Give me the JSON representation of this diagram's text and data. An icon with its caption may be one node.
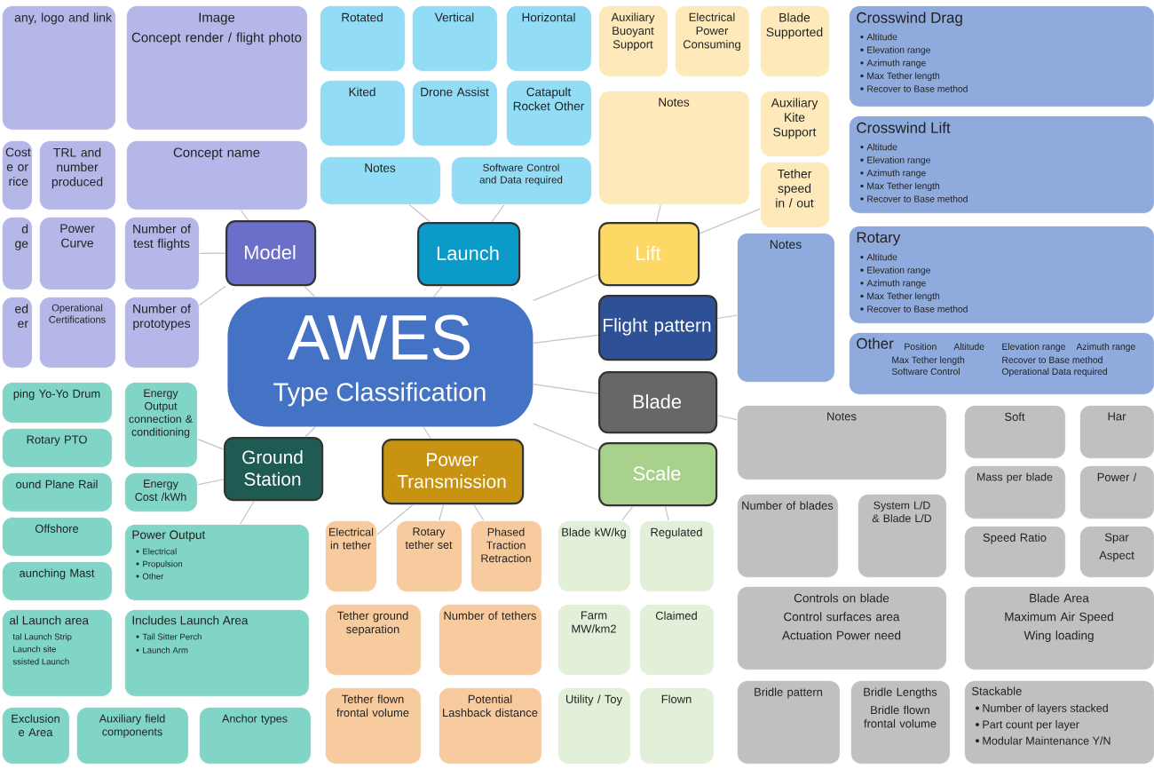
{
  "diagram": {
    "nodes": [
      {
        "text": [
          "AWES",
          "Type Classification"
        ]
      },
      {
        "text": [
          "Model"
        ]
      },
      {
        "text": [
          "Launch"
        ]
      },
      {
        "text": [
          "Lift"
        ]
      },
      {
        "text": [
          "Flight pattern"
        ]
      },
      {
        "text": [
          "Blade"
        ]
      },
      {
        "text": [
          "Scale"
        ]
      },
      {
        "text": [
          "Power Transmission"
        ]
      },
      {
        "text": [
          "Ground Station"
        ]
      },
      {
        "text": [
          "any, logo and link"
        ]
      },
      {
        "text": [
          "Image",
          "Concept render / flight photo"
        ]
      },
      {
        "text": [
          "Cost e or rice"
        ]
      },
      {
        "text": [
          "TRL and number produced"
        ]
      },
      {
        "text": [
          "Concept name"
        ]
      },
      {
        "text": [
          "d ge"
        ]
      },
      {
        "text": [
          "Power Curve"
        ]
      },
      {
        "text": [
          "Number of test flights"
        ]
      },
      {
        "text": [
          "ed er"
        ]
      },
      {
        "text": [
          "Operational Certifications"
        ]
      },
      {
        "text": [
          "Number of prototypes"
        ]
      },
      {
        "text": [
          "Rotated"
        ]
      },
      {
        "text": [
          "Vertical"
        ]
      },
      {
        "text": [
          "Horizontal"
        ]
      },
      {
        "text": [
          "Kited"
        ]
      },
      {
        "text": [
          "Drone Assist"
        ]
      },
      {
        "text": [
          "Catapult Rocket Other"
        ]
      },
      {
        "text": [
          "Notes"
        ]
      },
      {
        "text": [
          "Software Control and Data required"
        ]
      },
      {
        "text": [
          "Auxiliary Buoyant Support"
        ]
      },
      {
        "text": [
          "Electrical Power Consuming"
        ]
      },
      {
        "text": [
          "Blade Supported"
        ]
      },
      {
        "text": [
          "Notes"
        ]
      },
      {
        "text": [
          "Auxiliary Kite Support"
        ]
      },
      {
        "text": [
          "Tether speed in / out"
        ]
      },
      {
        "text": [
          "Crosswind Drag",
          "Altitude",
          "Elevation range",
          "Azimuth range",
          "Max Tether length",
          "Recover to Base method"
        ]
      },
      {
        "text": [
          "Crosswind Lift",
          "Altitude",
          "Elevation range",
          "Azimuth range",
          "Max Tether length",
          "Recover to Base method"
        ]
      },
      {
        "text": [
          "Rotary",
          "Altitude",
          "Elevation range",
          "Azimuth range",
          "Max Tether length",
          "Recover to Base method"
        ]
      },
      {
        "text": [
          "Notes"
        ]
      },
      {
        "text": [
          "Other",
          "Position",
          "Altitude",
          "Elevation range",
          "Azimuth range",
          "Max Tether length",
          "Recover to Base method",
          "Software Control",
          "Operational Data required"
        ]
      },
      {
        "text": [
          "Notes"
        ]
      },
      {
        "text": [
          "Soft"
        ]
      },
      {
        "text": [
          "Har"
        ]
      },
      {
        "text": [
          "Mass per blade"
        ]
      },
      {
        "text": [
          "Power /"
        ]
      },
      {
        "text": [
          "Number of blades"
        ]
      },
      {
        "text": [
          "System L/D & Blade L/D"
        ]
      },
      {
        "text": [
          "Speed Ratio"
        ]
      },
      {
        "text": [
          "Spar",
          "Aspect"
        ]
      },
      {
        "text": [
          "Controls on blade",
          "Control surfaces area",
          "Actuation Power need"
        ]
      },
      {
        "text": [
          "Blade Area",
          "Maximum Air Speed",
          "Wing loading"
        ]
      },
      {
        "text": [
          "Bridle pattern"
        ]
      },
      {
        "text": [
          "Bridle Lengths",
          "Bridle flown frontal volume"
        ]
      },
      {
        "text": [
          "Stackable",
          "Number of  layers stacked",
          "Part count per layer",
          "Modular Maintenance Y/N"
        ]
      },
      {
        "text": [
          "Blade kW/kg"
        ]
      },
      {
        "text": [
          "Regulated"
        ]
      },
      {
        "text": [
          "Farm MW/km2"
        ]
      },
      {
        "text": [
          "Claimed"
        ]
      },
      {
        "text": [
          "Utility / Toy"
        ]
      },
      {
        "text": [
          "Flown"
        ]
      },
      {
        "text": [
          "Electrical in tether"
        ]
      },
      {
        "text": [
          "Rotary tether set"
        ]
      },
      {
        "text": [
          "Phased Traction Retraction"
        ]
      },
      {
        "text": [
          "Tether ground separation"
        ]
      },
      {
        "text": [
          "Number of tethers"
        ]
      },
      {
        "text": [
          "Tether flown frontal volume"
        ]
      },
      {
        "text": [
          "Potential Lashback distance"
        ]
      },
      {
        "text": [
          "ping Yo-Yo Drum"
        ]
      },
      {
        "text": [
          "Energy Output connection & conditioning"
        ]
      },
      {
        "text": [
          "Rotary PTO"
        ]
      },
      {
        "text": [
          "ound Plane Rail"
        ]
      },
      {
        "text": [
          "Energy Cost /kWh"
        ]
      },
      {
        "text": [
          "Offshore"
        ]
      },
      {
        "text": [
          "Power Output",
          "Electrical",
          "Propulsion",
          "Other"
        ]
      },
      {
        "text": [
          "aunching Mast"
        ]
      },
      {
        "text": [
          "al Launch area",
          "tal Launch Strip",
          "Launch site",
          "ssisted Launch"
        ]
      },
      {
        "text": [
          "Includes Launch Area",
          "Tail Sitter Perch",
          "Launch Arm"
        ]
      },
      {
        "text": [
          "Exclusion e Area"
        ]
      },
      {
        "text": [
          "Auxiliary field components"
        ]
      },
      {
        "text": [
          "Anchor types"
        ]
      }
    ],
    "edges": [
      {
        "from": 0,
        "to": 1,
        "arrow": "none"
      },
      {
        "from": 0,
        "to": 2,
        "arrow": "none"
      },
      {
        "from": 0,
        "to": 3,
        "arrow": "none"
      },
      {
        "from": 0,
        "to": 4,
        "arrow": "none"
      },
      {
        "from": 0,
        "to": 5,
        "arrow": "none"
      },
      {
        "from": 0,
        "to": 6,
        "arrow": "none"
      },
      {
        "from": 0,
        "to": 7,
        "arrow": "none"
      },
      {
        "from": 0,
        "to": 8,
        "arrow": "none"
      },
      {
        "from": 1,
        "to": 13,
        "arrow": "none"
      },
      {
        "from": 1,
        "to": 16,
        "arrow": "none"
      },
      {
        "from": 1,
        "to": 19,
        "arrow": "none"
      },
      {
        "from": 2,
        "to": 26,
        "arrow": "none"
      },
      {
        "from": 2,
        "to": 27,
        "arrow": "none"
      },
      {
        "from": 3,
        "to": 31,
        "arrow": "none"
      },
      {
        "from": 3,
        "to": 33,
        "arrow": "none"
      },
      {
        "from": 4,
        "to": 37,
        "arrow": "none"
      },
      {
        "from": 5,
        "to": 39,
        "arrow": "none"
      },
      {
        "from": 6,
        "to": 53,
        "arrow": "none"
      },
      {
        "from": 6,
        "to": 54,
        "arrow": "none"
      },
      {
        "from": 7,
        "to": 59,
        "arrow": "none"
      },
      {
        "from": 7,
        "to": 60,
        "arrow": "none"
      },
      {
        "from": 7,
        "to": 61,
        "arrow": "none"
      },
      {
        "from": 8,
        "to": 67,
        "arrow": "none"
      },
      {
        "from": 8,
        "to": 70,
        "arrow": "none"
      },
      {
        "from": 8,
        "to": 72,
        "arrow": "none"
      }
    ]
  }
}
